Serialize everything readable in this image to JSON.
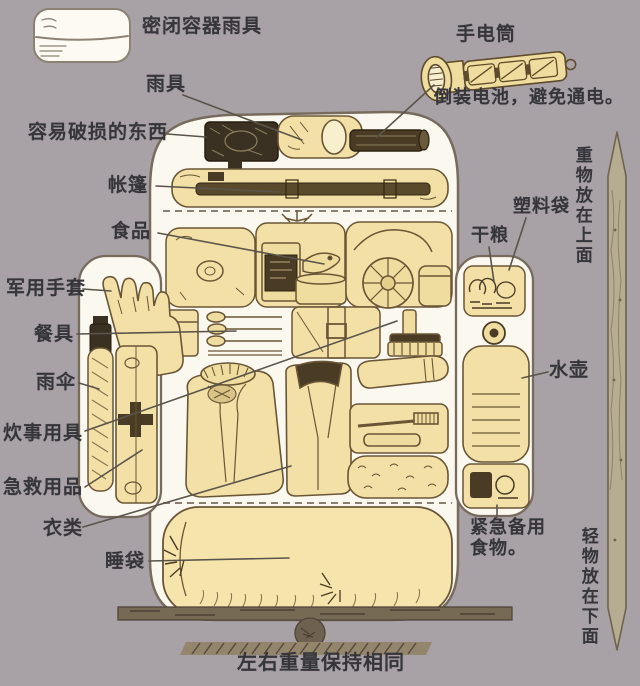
{
  "colors": {
    "background": "#a8a1a6",
    "paper": "#fbf8ef",
    "cream": "#f2e0a6",
    "dark_item": "#3a3122",
    "outline": "#6a5636",
    "text": "#35353a",
    "arrow_fill": "#b5ac92"
  },
  "labels": {
    "sealed_container": "密闭容器雨具",
    "rain_gear": "雨具",
    "fragile_items": "容易破损的东西",
    "flashlight": "手电筒",
    "flashlight_note": "倒装电池，避免通电。",
    "tent": "帐篷",
    "food": "食品",
    "military_gloves": "军用手套",
    "tableware": "餐具",
    "umbrella": "雨伞",
    "cooking_utensils": "炊事用具",
    "first_aid": "急救用品",
    "clothing": "衣类",
    "sleeping_bag": "睡袋",
    "plastic_bag": "塑料袋",
    "dry_rations": "干粮",
    "water_bottle": "水壶",
    "emergency_food_line1": "紧急备用",
    "emergency_food_line2": "食物。",
    "heavy_on_top": "重物放在上面",
    "light_on_bottom": "轻物放在下面",
    "balance_caption": "左右重量保持相同"
  }
}
